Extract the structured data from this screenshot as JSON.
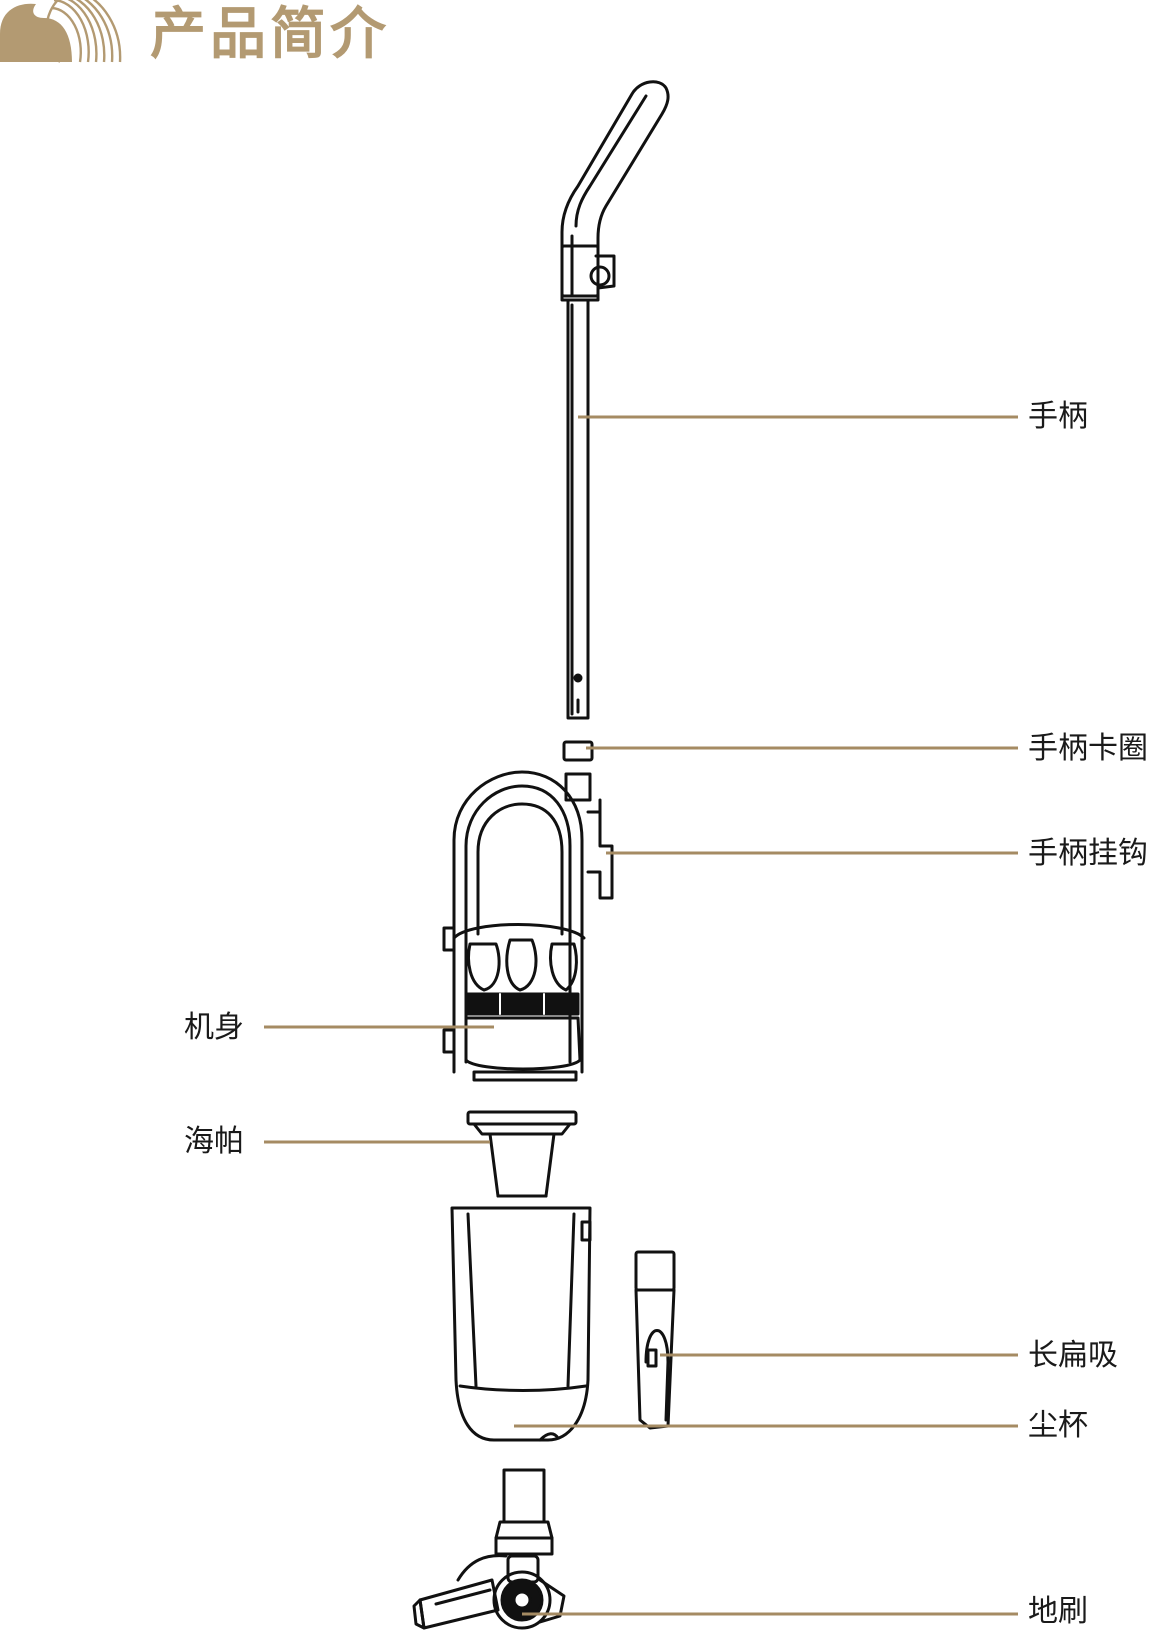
{
  "header": {
    "title": "产品简介",
    "logo": "brand-arc-logo"
  },
  "colors": {
    "accent": "#b39a72",
    "leader": "#a58b63",
    "line": "#111111"
  },
  "parts": {
    "handle": "手柄",
    "handle_ring": "手柄卡圈",
    "handle_hook": "手柄挂钩",
    "body": "机身",
    "hepa": "海帕",
    "crevice_tool": "长扁吸",
    "dust_cup": "尘杯",
    "floor_brush": "地刷"
  }
}
